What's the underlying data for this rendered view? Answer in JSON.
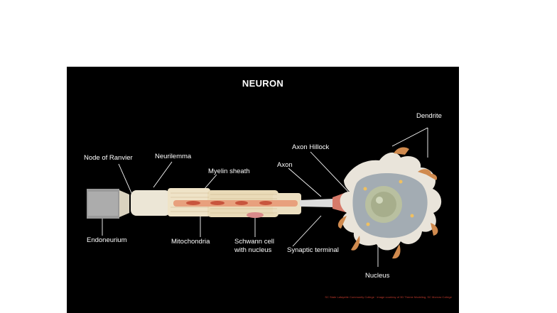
{
  "diagram": {
    "title": "NEURON",
    "labels": {
      "dendrite": "Dendrite",
      "axon_hillock": "Axon Hillock",
      "axon": "Axon",
      "node_of_ranvier": "Node of Ranvier",
      "neurilemma": "Neurilemma",
      "myelin_sheath": "Myelin sheath",
      "endoneurium": "Endoneurium",
      "mitochondria": "Mitochondria",
      "schwann_cell": "Schwann cell\nwith nucleus",
      "synaptic_terminal": "Synaptic terminal",
      "nucleus": "Nucleus"
    },
    "credit": "SC State Lafayette Community College · image courtesy of 3D Theme Modeling, SC Morrow College"
  },
  "colors": {
    "background": "#000000",
    "label_text": "#ffffff",
    "leader_line": "#ffffff",
    "credit_text": "#c0392b"
  }
}
